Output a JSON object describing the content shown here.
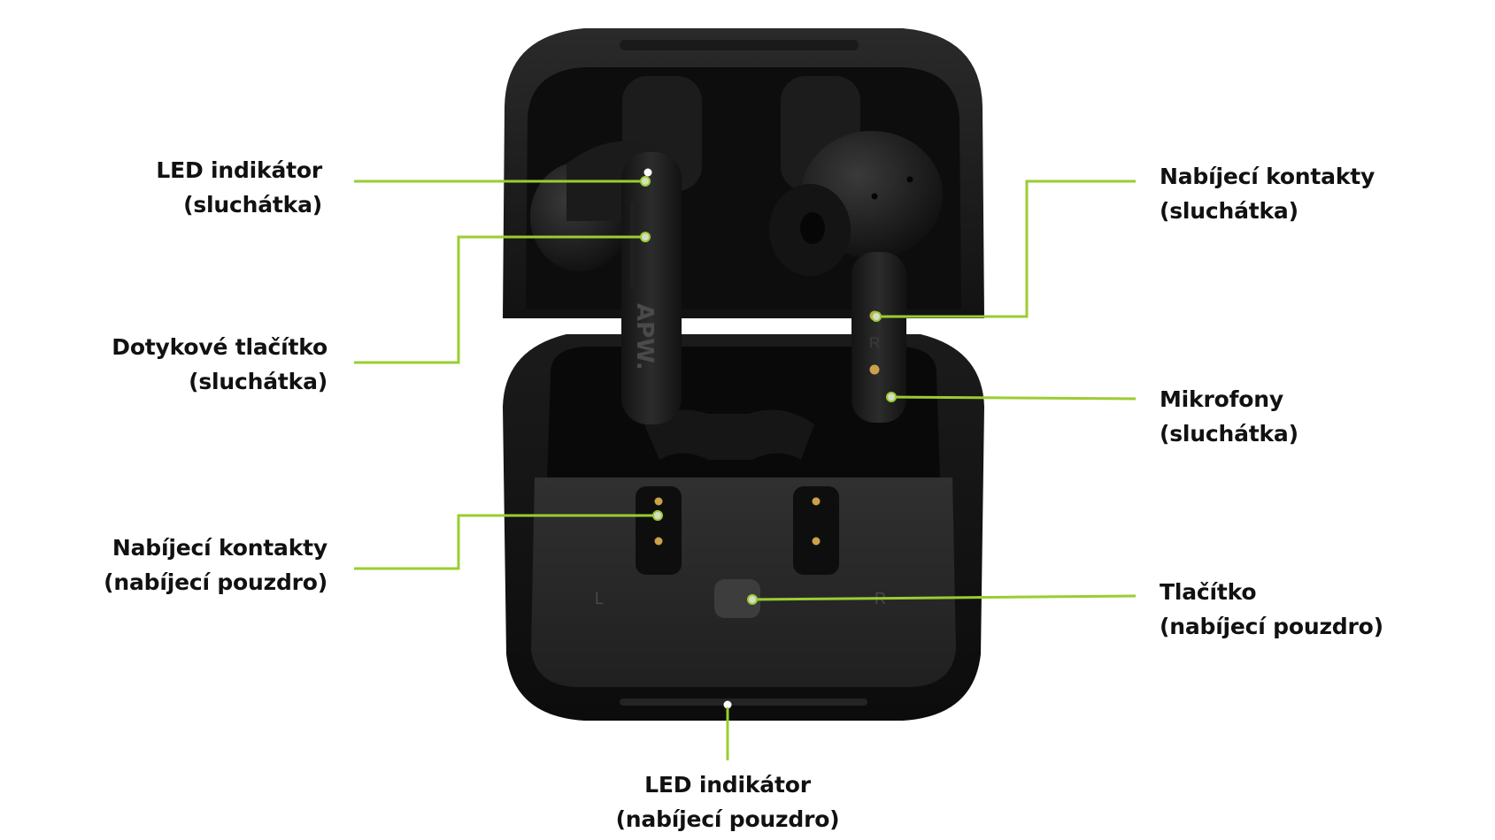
{
  "accent_color": "#9ACD32",
  "logo_text": "APW.",
  "labels": {
    "led_earbud": {
      "line1": "LED indikátor",
      "line2": "(sluchátka)"
    },
    "touch_button": {
      "line1": "Dotykové tlačítko",
      "line2": "(sluchátka)"
    },
    "contacts_case": {
      "line1": "Nabíjecí kontakty",
      "line2": "(nabíjecí pouzdro)"
    },
    "contacts_earbud": {
      "line1": "Nabíjecí kontakty",
      "line2": "(sluchátka)"
    },
    "microphones": {
      "line1": "Mikrofony",
      "line2": "(sluchátka)"
    },
    "case_button": {
      "line1": "Tlačítko",
      "line2": "(nabíjecí pouzdro)"
    },
    "led_case": {
      "line1": "LED indikátor",
      "line2": "(nabíjecí pouzdro)"
    }
  },
  "case_marks": {
    "left": "L",
    "right": "R",
    "earbud_right": "R"
  }
}
